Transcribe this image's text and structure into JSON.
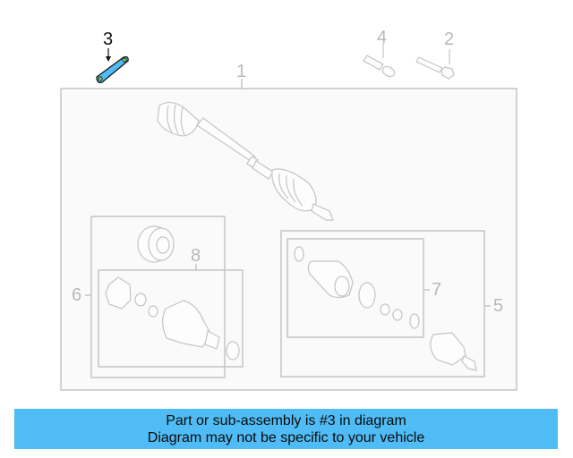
{
  "diagram": {
    "highlighted_part": "3",
    "highlight_color": "#4fbcf5",
    "line_color": "#c8c8c8",
    "callouts": [
      {
        "id": "1",
        "label": "1",
        "part": "axle-assembly"
      },
      {
        "id": "2",
        "label": "2",
        "part": "hex-flange-bolt"
      },
      {
        "id": "3",
        "label": "3",
        "part": "strap-bracket"
      },
      {
        "id": "4",
        "label": "4",
        "part": "bolt"
      },
      {
        "id": "5",
        "label": "5",
        "part": "outer-joint-kit"
      },
      {
        "id": "6",
        "label": "6",
        "part": "inner-joint-kit"
      },
      {
        "id": "7",
        "label": "7",
        "part": "outer-boot-kit"
      },
      {
        "id": "8",
        "label": "8",
        "part": "inner-boot-kit"
      }
    ]
  },
  "banner": {
    "line1": "Part or sub-assembly is #3 in diagram",
    "line2": "Diagram may not be specific to your vehicle",
    "background": "#4fbcf5"
  }
}
